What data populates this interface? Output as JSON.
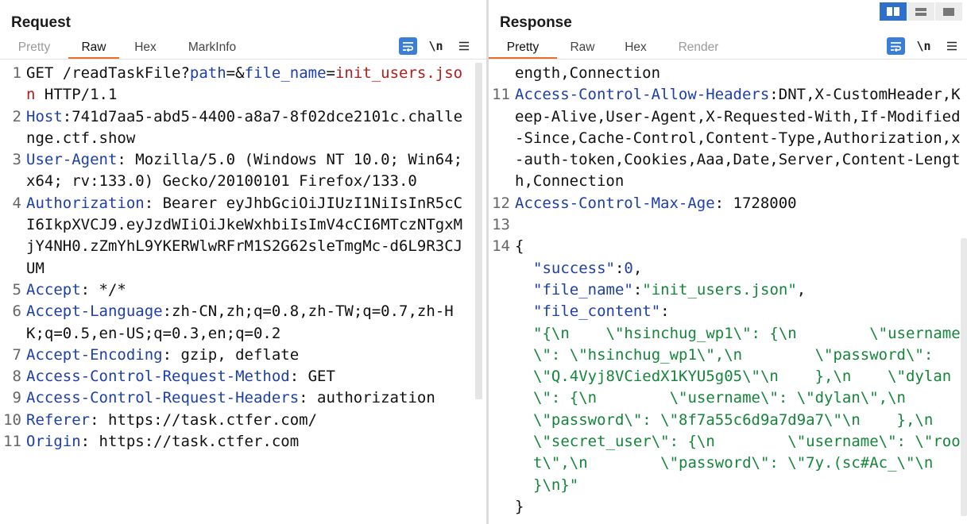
{
  "request": {
    "title": "Request",
    "tabs": [
      {
        "label": "Pretty",
        "state": "muted"
      },
      {
        "label": "Raw",
        "state": "active"
      },
      {
        "label": "Hex",
        "state": "normal"
      },
      {
        "label": "MarkInfo",
        "state": "normal"
      }
    ],
    "newline_label": "\\n",
    "lines": [
      {
        "num": "1",
        "parts": [
          {
            "t": "GET /readTaskFile?",
            "c": "val"
          },
          {
            "t": "path",
            "c": "k"
          },
          {
            "t": "=&",
            "c": "val"
          },
          {
            "t": "file_name",
            "c": "k"
          },
          {
            "t": "=",
            "c": "val"
          },
          {
            "t": "init_users.json",
            "c": "hl"
          },
          {
            "t": " HTTP/1.1",
            "c": "val"
          }
        ]
      },
      {
        "num": "2",
        "parts": [
          {
            "t": "Host",
            "c": "k"
          },
          {
            "t": ":",
            "c": "val"
          },
          {
            "t": "741d7aa5-abd5-4400-a8a7-8f02dce2101c.challenge.ctf.show",
            "c": "val"
          }
        ]
      },
      {
        "num": "3",
        "parts": [
          {
            "t": "User-Agent",
            "c": "k"
          },
          {
            "t": ": Mozilla/5.0 (Windows NT 10.0; Win64; x64; rv:133.0) Gecko/20100101 Firefox/133.0",
            "c": "val"
          }
        ]
      },
      {
        "num": "4",
        "parts": [
          {
            "t": "Authorization",
            "c": "k"
          },
          {
            "t": ": Bearer eyJhbGciOiJIUzI1NiIsInR5cCI6IkpXVCJ9.eyJzdWIiOiJkeWxhbiIsImV4cCI6MTczNTgxMjY4NH0.zZmYhL9YKERWlwRFrM1S2G62sleTmgMc-d6L9R3CJUM",
            "c": "val"
          }
        ]
      },
      {
        "num": "5",
        "parts": [
          {
            "t": "Accept",
            "c": "k"
          },
          {
            "t": ": */*",
            "c": "val"
          }
        ]
      },
      {
        "num": "6",
        "parts": [
          {
            "t": "Accept-Language",
            "c": "k"
          },
          {
            "t": ":",
            "c": "val"
          },
          {
            "t": "zh-CN,zh;q=0.8,zh-TW;q=0.7,zh-HK;q=0.5,en-US;q=0.3,en;q=0.2",
            "c": "val"
          }
        ]
      },
      {
        "num": "7",
        "parts": [
          {
            "t": "Accept-Encoding",
            "c": "k"
          },
          {
            "t": ": gzip, deflate",
            "c": "val"
          }
        ]
      },
      {
        "num": "8",
        "parts": [
          {
            "t": "Access-Control-Request-Method",
            "c": "k"
          },
          {
            "t": ": GET",
            "c": "val"
          }
        ]
      },
      {
        "num": "9",
        "parts": [
          {
            "t": "Access-Control-Request-Headers",
            "c": "k"
          },
          {
            "t": ": authorization",
            "c": "val"
          }
        ]
      },
      {
        "num": "10",
        "parts": [
          {
            "t": "Referer",
            "c": "k"
          },
          {
            "t": ": https://task.ctfer.com/",
            "c": "val"
          }
        ]
      },
      {
        "num": "11",
        "parts": [
          {
            "t": "Origin",
            "c": "k"
          },
          {
            "t": ": https://task.ctfer.com",
            "c": "val"
          }
        ]
      }
    ]
  },
  "response": {
    "title": "Response",
    "tabs": [
      {
        "label": "Pretty",
        "state": "active"
      },
      {
        "label": "Raw",
        "state": "normal"
      },
      {
        "label": "Hex",
        "state": "normal"
      },
      {
        "label": "Render",
        "state": "muted"
      }
    ],
    "newline_label": "\\n",
    "lines": [
      {
        "num": "",
        "parts": [
          {
            "t": "ength,Connection",
            "c": "val"
          }
        ]
      },
      {
        "num": "11",
        "parts": [
          {
            "t": "Access-Control-Allow-Headers",
            "c": "k"
          },
          {
            "t": ":",
            "c": "val"
          },
          {
            "t": "DNT,X-CustomHeader,Keep-Alive,User-Agent,X-Requested-With,If-Modified-Since,Cache-Control,Content-Type,Authorization,x-auth-token,Cookies,Aaa,Date,Server,Content-Length,Connection",
            "c": "val"
          }
        ]
      },
      {
        "num": "12",
        "parts": [
          {
            "t": "Access-Control-Max-Age",
            "c": "k"
          },
          {
            "t": ": 1728000",
            "c": "val"
          }
        ]
      },
      {
        "num": "13",
        "parts": [
          {
            "t": "",
            "c": "val"
          }
        ]
      },
      {
        "num": "14",
        "parts": [
          {
            "t": "{",
            "c": "val"
          }
        ]
      },
      {
        "num": "",
        "indent": true,
        "parts": [
          {
            "t": "\"success\"",
            "c": "k"
          },
          {
            "t": ":",
            "c": "val"
          },
          {
            "t": "0",
            "c": "k"
          },
          {
            "t": ",",
            "c": "val"
          }
        ]
      },
      {
        "num": "",
        "indent": true,
        "parts": [
          {
            "t": "\"file_name\"",
            "c": "k"
          },
          {
            "t": ":",
            "c": "val"
          },
          {
            "t": "\"init_users.json\"",
            "c": "str"
          },
          {
            "t": ",",
            "c": "val"
          }
        ]
      },
      {
        "num": "",
        "indent": true,
        "parts": [
          {
            "t": "\"file_content\"",
            "c": "k"
          },
          {
            "t": ":",
            "c": "val"
          }
        ]
      },
      {
        "num": "",
        "indent": true,
        "parts": [
          {
            "t": "\"{\\n    \\\"hsinchug_wp1\\\": {\\n        \\\"username\\\": \\\"hsinchug_wp1\\\",\\n        \\\"password\\\": \\\"Q.4Vyj8VCiedX1KYU5g05\\\"\\n    },\\n    \\\"dylan\\\": {\\n        \\\"username\\\": \\\"dylan\\\",\\n        \\\"password\\\": \\\"8f7a55c6d9a7d9a7\\\"\\n    },\\n    \\\"secret_user\\\": {\\n        \\\"username\\\": \\\"root\\\",\\n        \\\"password\\\": \\\"7y.(sc#Ac_\\\"\\n    }\\n}\"",
            "c": "str"
          }
        ]
      },
      {
        "num": "",
        "parts": [
          {
            "t": "}",
            "c": "val"
          }
        ]
      }
    ]
  }
}
